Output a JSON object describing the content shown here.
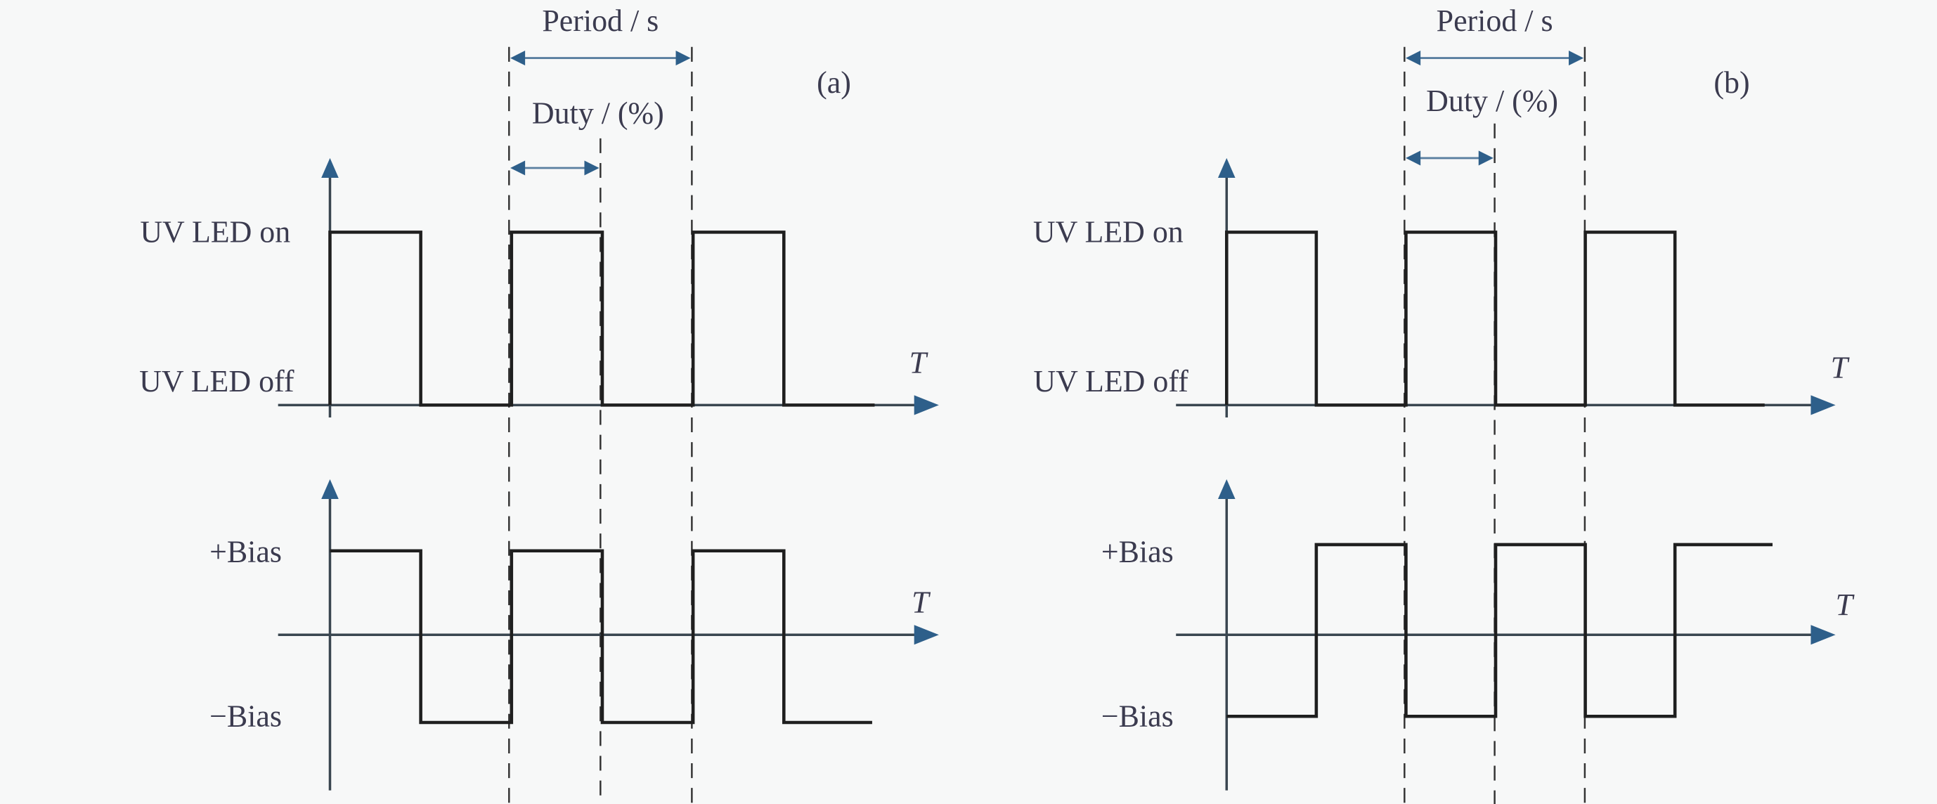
{
  "panels": [
    {
      "id": "a",
      "tag": "(a)",
      "period_label": "Period / s",
      "duty_label": "Duty / (%)",
      "top_chart": {
        "y_high_label": "UV LED on",
        "y_low_label": "UV LED off",
        "x_axis_label": "T",
        "waveform": [
          1,
          0,
          1,
          0,
          1,
          0
        ]
      },
      "bottom_chart": {
        "y_high_label": "+Bias",
        "y_low_label": "−Bias",
        "x_axis_label": "T",
        "waveform": [
          1,
          -1,
          1,
          -1,
          1,
          -1
        ]
      }
    },
    {
      "id": "b",
      "tag": "(b)",
      "period_label": "Period / s",
      "duty_label": "Duty / (%)",
      "top_chart": {
        "y_high_label": "UV LED on",
        "y_low_label": "UV LED off",
        "x_axis_label": "T",
        "waveform": [
          1,
          0,
          1,
          0,
          1,
          0
        ]
      },
      "bottom_chart": {
        "y_high_label": "+Bias",
        "y_low_label": "−Bias",
        "x_axis_label": "T",
        "waveform": [
          -1,
          1,
          -1,
          1,
          -1,
          1
        ]
      }
    }
  ],
  "colors": {
    "background": "#f7f8f8",
    "arrow": "#2e5f8a",
    "waveform": "#1f1f1f",
    "text": "#3b3b4f"
  }
}
